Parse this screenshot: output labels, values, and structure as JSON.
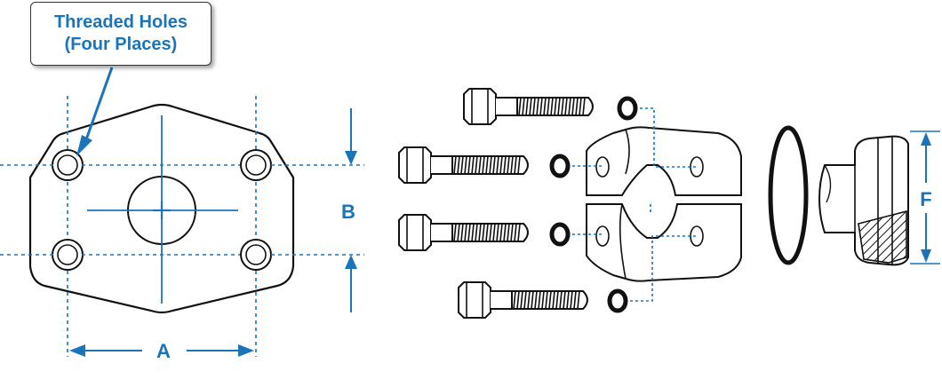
{
  "callout": {
    "line1": "Threaded Holes",
    "line2": "(Four Places)"
  },
  "dimensions": {
    "a": "A",
    "b": "B",
    "f": "F"
  },
  "colors": {
    "blue": "#1a74b9",
    "line": "#111111",
    "text_blue": "#1a74b9"
  }
}
